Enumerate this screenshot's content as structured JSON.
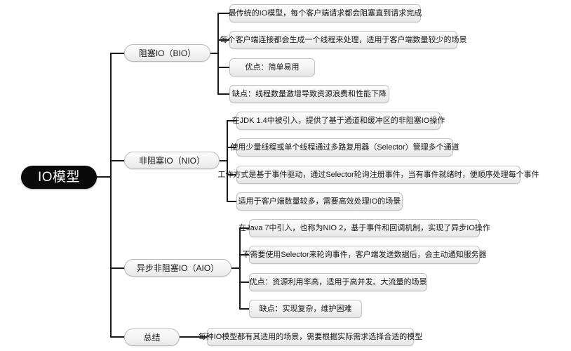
{
  "diagram": {
    "type": "mind-map",
    "title": "IO模型",
    "root": {
      "label": "IO模型",
      "fill": "#0a0a0a",
      "text_color": "#ffffff"
    },
    "node_fill": "#f2f2f2",
    "node_border": "#c2c2c2",
    "edge_color": "#1a1a1a",
    "background": "#ffffff",
    "branches": [
      {
        "label": "阻塞IO（BIO）",
        "leaves": [
          "最传统的IO模型，每个客户端请求都会阻塞直到请求完成",
          "每个客户端连接都会生成一个线程来处理，适用于客户端数量较少的场景",
          "优点：简单易用",
          "缺点：线程数量激增导致资源浪费和性能下降"
        ]
      },
      {
        "label": "非阻塞IO（NIO）",
        "leaves": [
          "在JDK 1.4中被引入，提供了基于通道和缓冲区的非阻塞IO操作",
          "使用少量线程或单个线程通过多路复用器（Selector）管理多个通道",
          "工作方式是基于事件驱动，通过Selector轮询注册事件，当有事件就绪时，便顺序处理每个事件",
          "适用于客户端数量较多，需要高效处理IO的场景"
        ]
      },
      {
        "label": "异步非阻塞IO（AIO）",
        "leaves": [
          "在Java 7中引入，也称为NIO 2，基于事件和回调机制，实现了异步IO操作",
          "不需要使用Selector来轮询事件，客户端发送数据后，会主动通知服务器",
          "优点：资源利用率高，适用于高并发、大流量的场景",
          "缺点：实现复杂，维护困难"
        ]
      },
      {
        "label": "总结",
        "leaves": [
          "每种IO模型都有其适用的场景，需要根据实际需求选择合适的模型"
        ]
      }
    ]
  }
}
